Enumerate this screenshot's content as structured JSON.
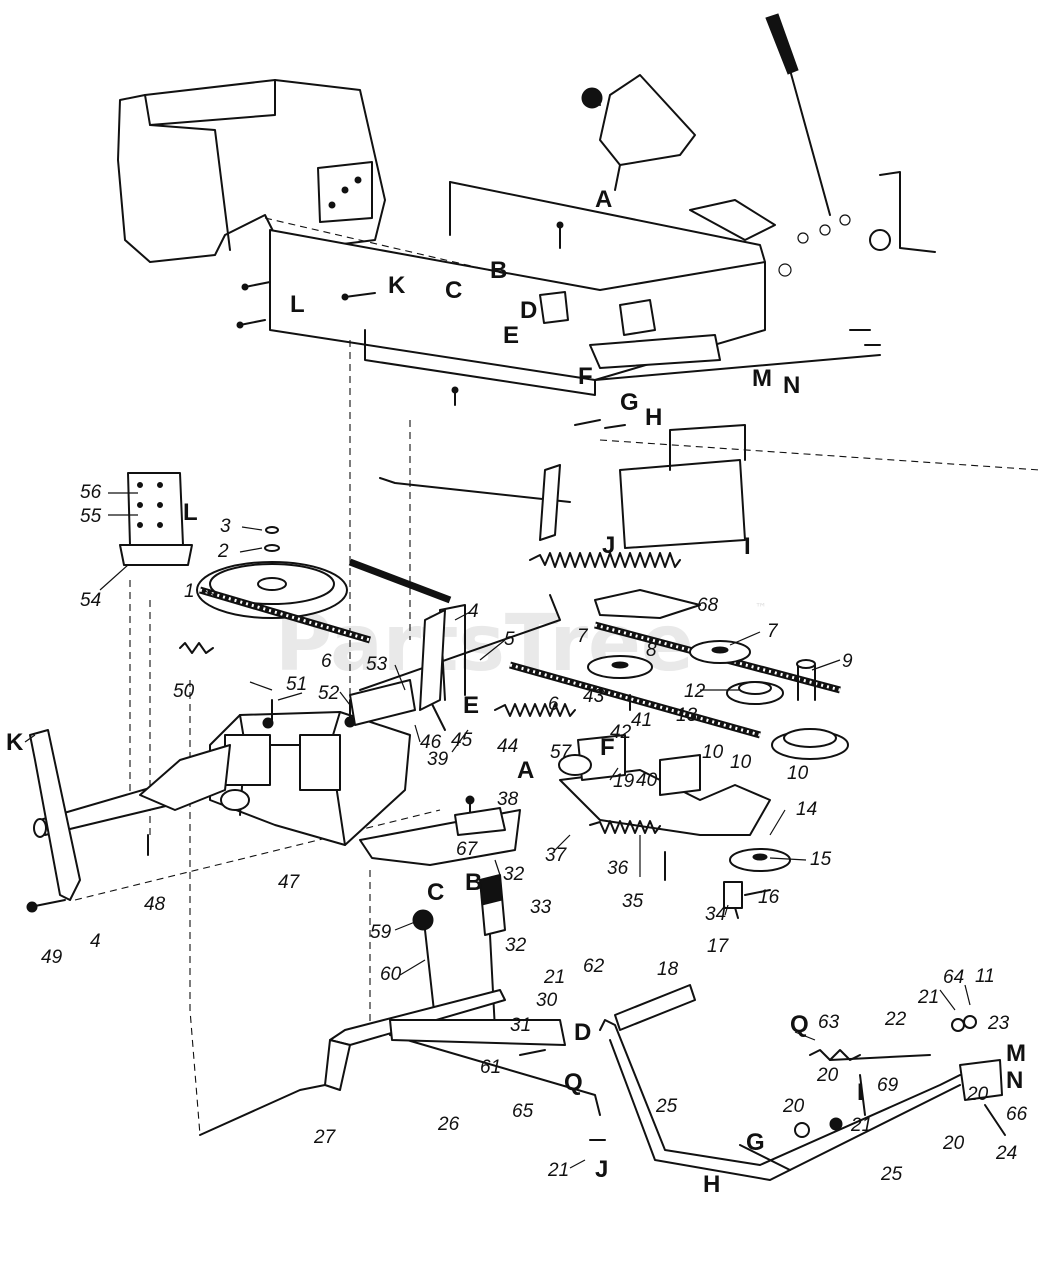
{
  "watermark": {
    "text": "PartsTree",
    "tm": "™"
  },
  "callouts": {
    "numbers": [
      "1",
      "2",
      "3",
      "4",
      "4",
      "5",
      "6",
      "6",
      "7",
      "7",
      "8",
      "9",
      "10",
      "10",
      "10",
      "11",
      "12",
      "13",
      "14",
      "15",
      "16",
      "17",
      "18",
      "19",
      "20",
      "20",
      "20",
      "20",
      "21",
      "21",
      "21",
      "21",
      "22",
      "23",
      "24",
      "25",
      "25",
      "26",
      "27",
      "30",
      "31",
      "32",
      "32",
      "33",
      "34",
      "35",
      "36",
      "37",
      "38",
      "39",
      "40",
      "41",
      "42",
      "43",
      "44",
      "45",
      "46",
      "47",
      "48",
      "49",
      "50",
      "51",
      "52",
      "53",
      "54",
      "55",
      "56",
      "57",
      "59",
      "60",
      "61",
      "62",
      "63",
      "64",
      "65",
      "66",
      "67",
      "68",
      "69"
    ],
    "letters": [
      "A",
      "A",
      "B",
      "B",
      "C",
      "C",
      "D",
      "D",
      "E",
      "E",
      "F",
      "F",
      "G",
      "G",
      "H",
      "H",
      "I",
      "I",
      "J",
      "J",
      "K",
      "K",
      "L",
      "L",
      "M",
      "M",
      "N",
      "N",
      "Q",
      "Q"
    ]
  },
  "icons": [
    "steering-lever-icon",
    "shift-lever-icon",
    "pulley-icon",
    "transmission-icon",
    "spring-icon",
    "brake-pedal-icon",
    "clutch-rod-icon",
    "bolt-icon"
  ]
}
